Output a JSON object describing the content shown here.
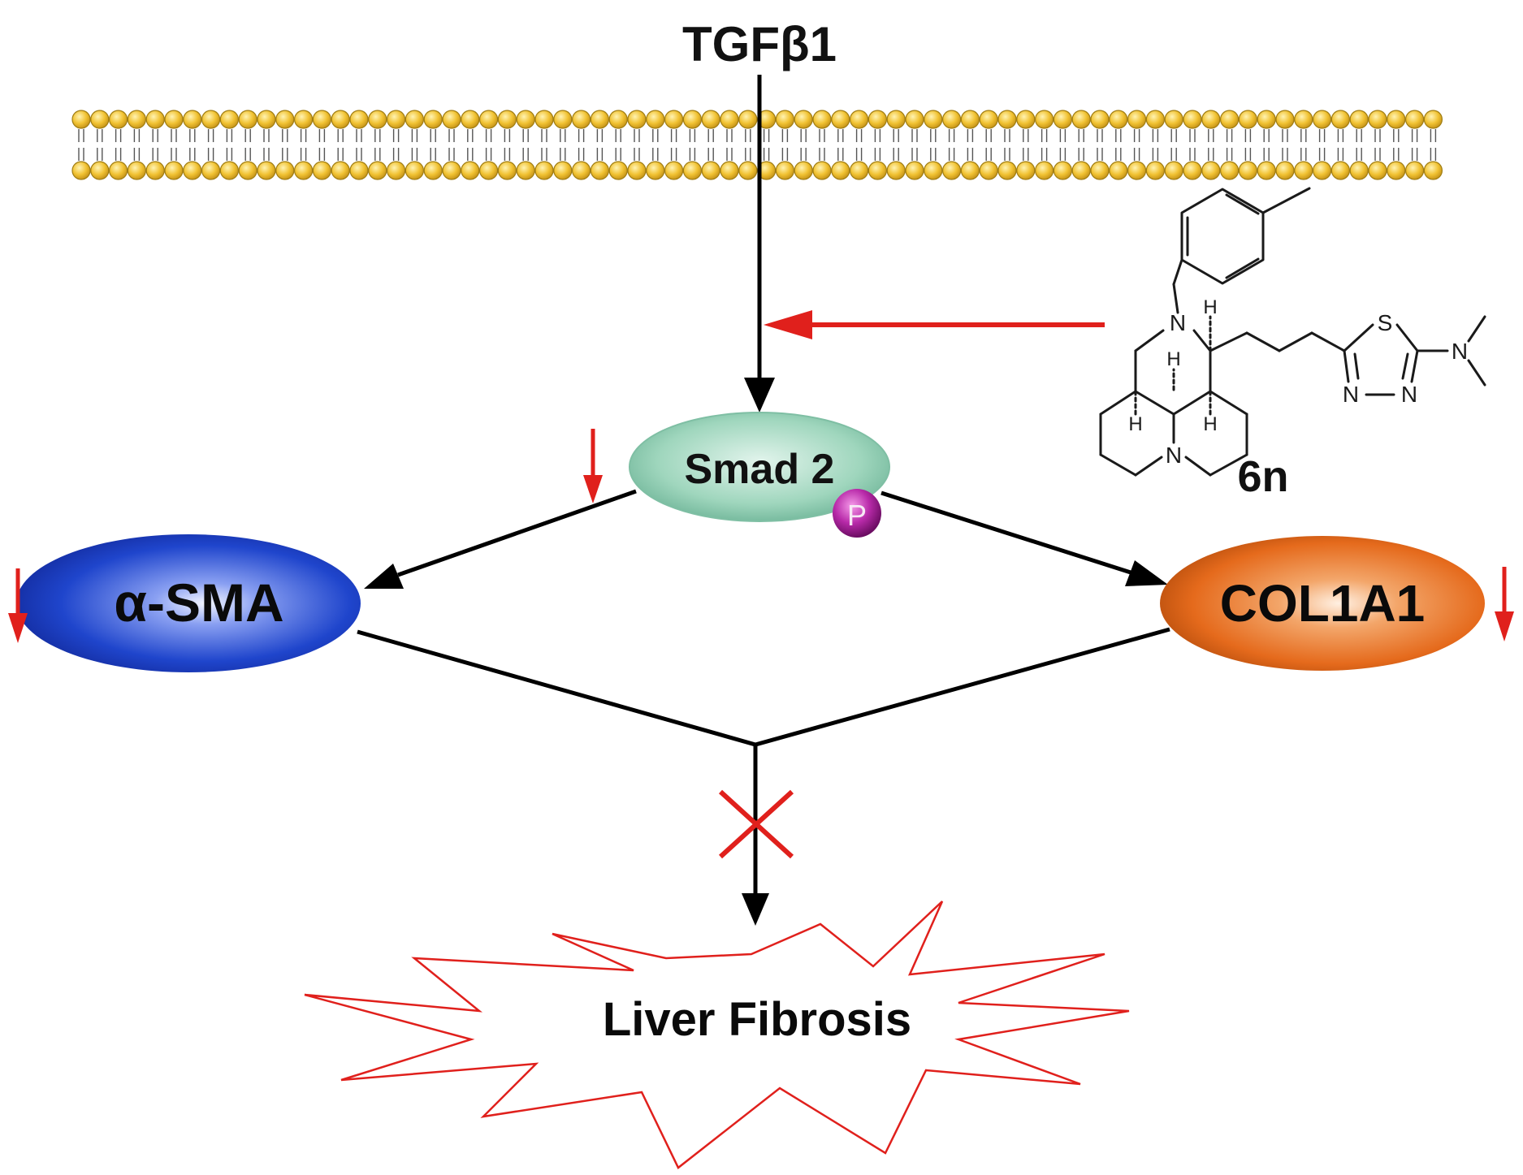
{
  "nodes": {
    "ligand": "TGFβ1",
    "smad": "Smad 2",
    "phospho": "P",
    "left": "α-SMA",
    "right": "COL1A1",
    "outcome": "Liver Fibrosis",
    "compound": "6n"
  },
  "chem_atoms": {
    "n_top": "N",
    "n_bottom": "N",
    "n_dimethyl": "N",
    "s": "S",
    "n_ring_a": "N",
    "n_ring_b": "N",
    "h_1": "H",
    "h_2": "H",
    "h_3": "H",
    "h_4": "H",
    "dash": "–"
  },
  "colors": {
    "arrow": "#000000",
    "inhibition": "#e0201c",
    "smad_fill": "#9fd6bd",
    "phospho_fill": "#a01e96",
    "left_fill": "#1f45cc",
    "right_fill": "#e56a1c",
    "membrane_head": "#f1c232",
    "membrane_edge": "#a07d12",
    "burst_stroke": "#e0201c"
  }
}
